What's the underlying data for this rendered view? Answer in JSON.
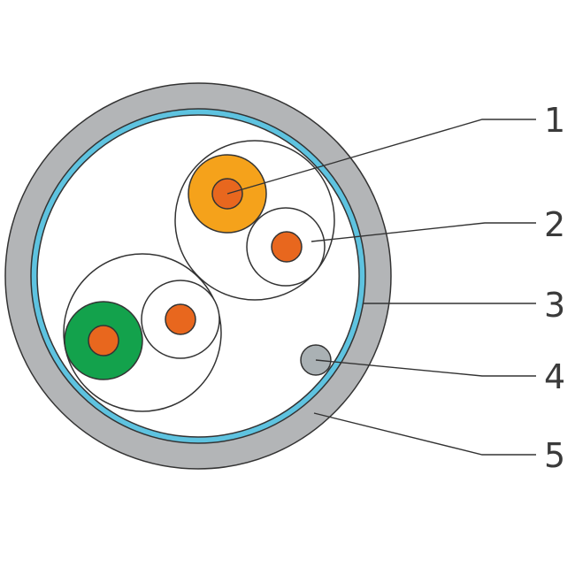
{
  "diagram": {
    "callouts": [
      {
        "label": "1"
      },
      {
        "label": "2"
      },
      {
        "label": "3"
      },
      {
        "label": "4"
      },
      {
        "label": "5"
      }
    ],
    "colors": {
      "jacket": "#b3b5b7",
      "shield": "#5ec3e0",
      "core_fill": "#ffffff",
      "conductor": "#e8671e",
      "insulation_orange": "#f5a21b",
      "insulation_green": "#13a24c",
      "drain_wire": "#aab1b4",
      "line": "#333333"
    }
  }
}
